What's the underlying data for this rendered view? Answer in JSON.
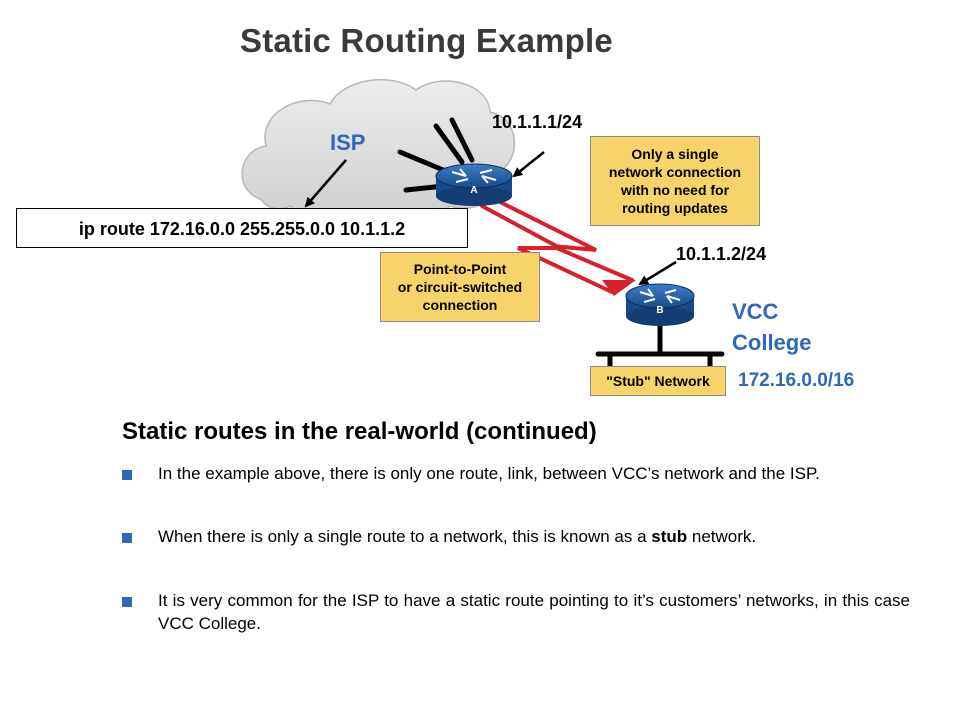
{
  "title": "Static Routing Example",
  "diagram": {
    "cloud_label": "ISP",
    "router_a_label": "A",
    "router_b_label": "B",
    "router_a_ip": "10.1.1.1/24",
    "router_b_ip": "10.1.1.2/24",
    "route_command": "ip route 172.16.0.0 255.255.0.0 10.1.1.2",
    "callout_single_lines": [
      "Only a single",
      "network connection",
      "with no need for",
      "routing updates"
    ],
    "callout_p2p_lines": [
      "Point-to-Point",
      "or circuit-switched",
      "connection"
    ],
    "site_label_line1": "VCC",
    "site_label_line2": "College",
    "stub_network_label": "\"Stub\" Network",
    "stub_network_prefix": "172.16.0.0/16",
    "colors": {
      "blue_text": "#2f68b8",
      "callout_fill": "#f7d36a",
      "link_red": "#d8202a",
      "router_blue": "#1f5fa8"
    }
  },
  "section_heading": "Static routes in the real-world (continued)",
  "bullets": [
    {
      "text": "In the example above, there is only one route, link, between VCC’s network and the ISP."
    },
    {
      "text_before": "When there is only a single route to a network, this is known as a ",
      "bold": "stub",
      "text_after": " network."
    },
    {
      "text": "It is very common for the ISP to have a static route pointing to it’s customers’ networks, in this case VCC College."
    }
  ]
}
